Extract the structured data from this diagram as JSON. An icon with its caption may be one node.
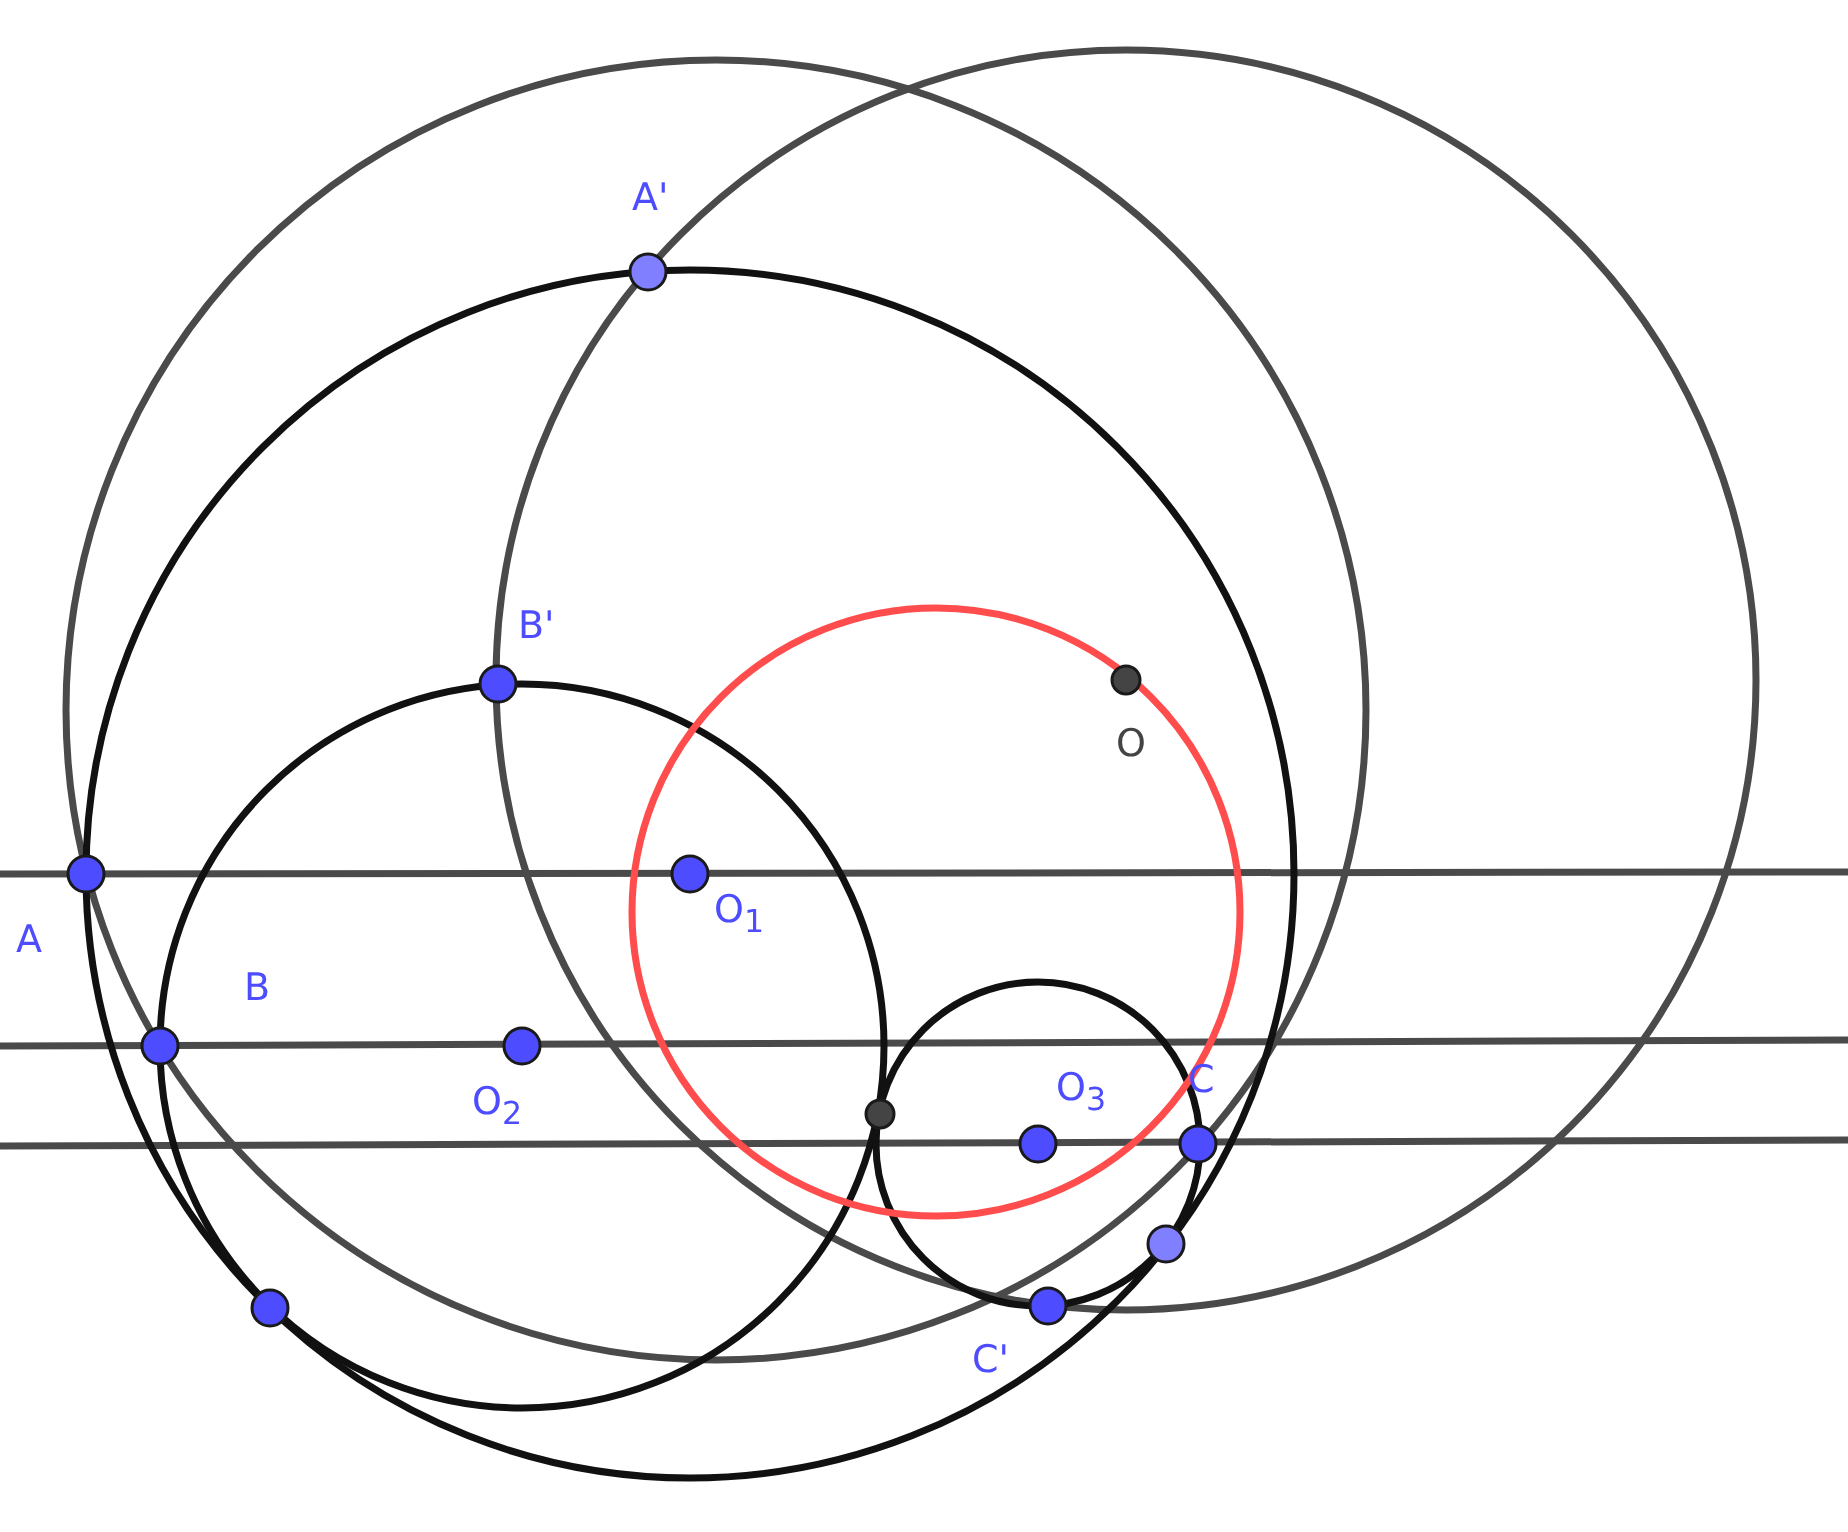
{
  "diagram": {
    "labels": [
      "A'",
      "B'",
      "O",
      "O$_{1}$",
      "A",
      "B",
      "O$_{2}$",
      "O$_{3}$",
      "C",
      "C'"
    ]
  }
}
